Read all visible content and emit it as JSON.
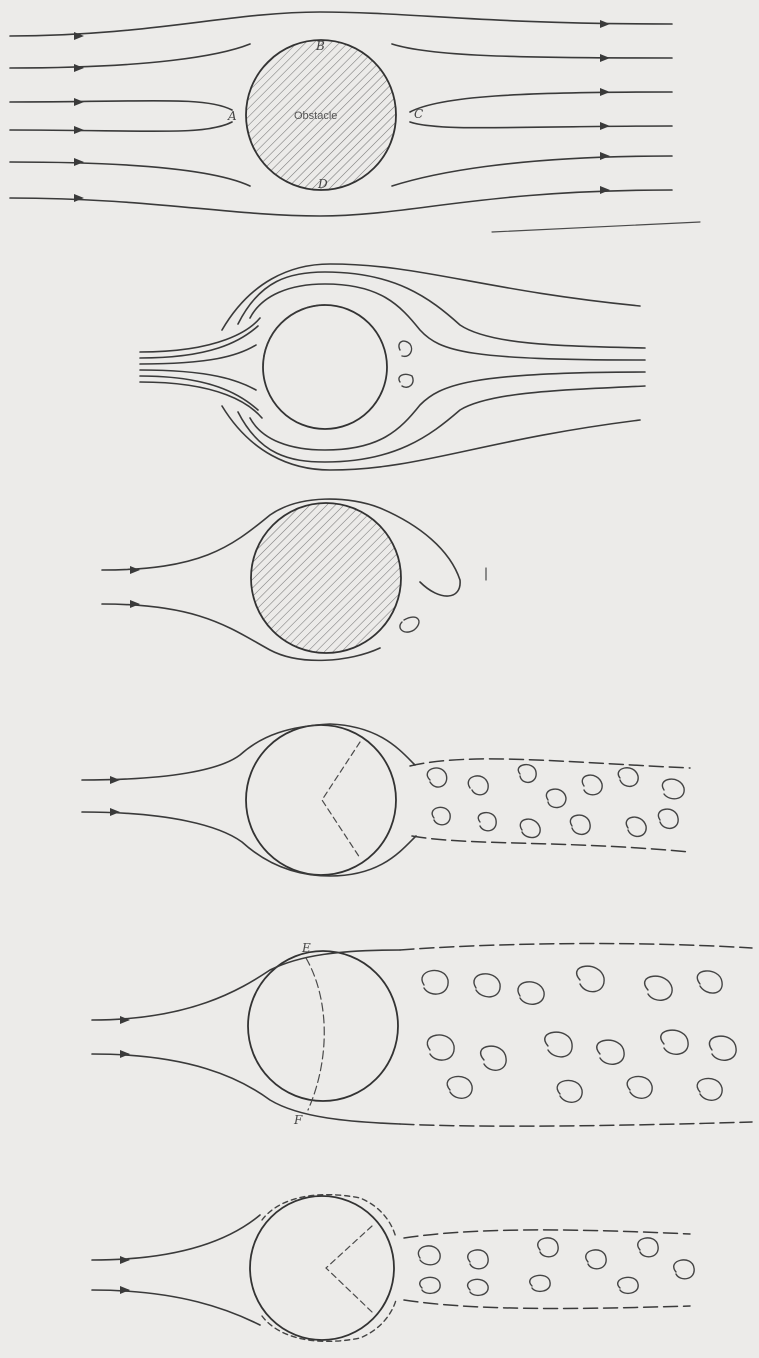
{
  "colors": {
    "background": "#ecebe9",
    "ink": "#3a3a3a",
    "hatch": "#777777"
  },
  "panel1": {
    "obstacle_label": "Obstacle",
    "point_labels": {
      "a": "A",
      "b": "B",
      "c": "C",
      "d": "D"
    }
  },
  "panel5": {
    "point_labels": {
      "e": "E",
      "f": "F"
    }
  }
}
